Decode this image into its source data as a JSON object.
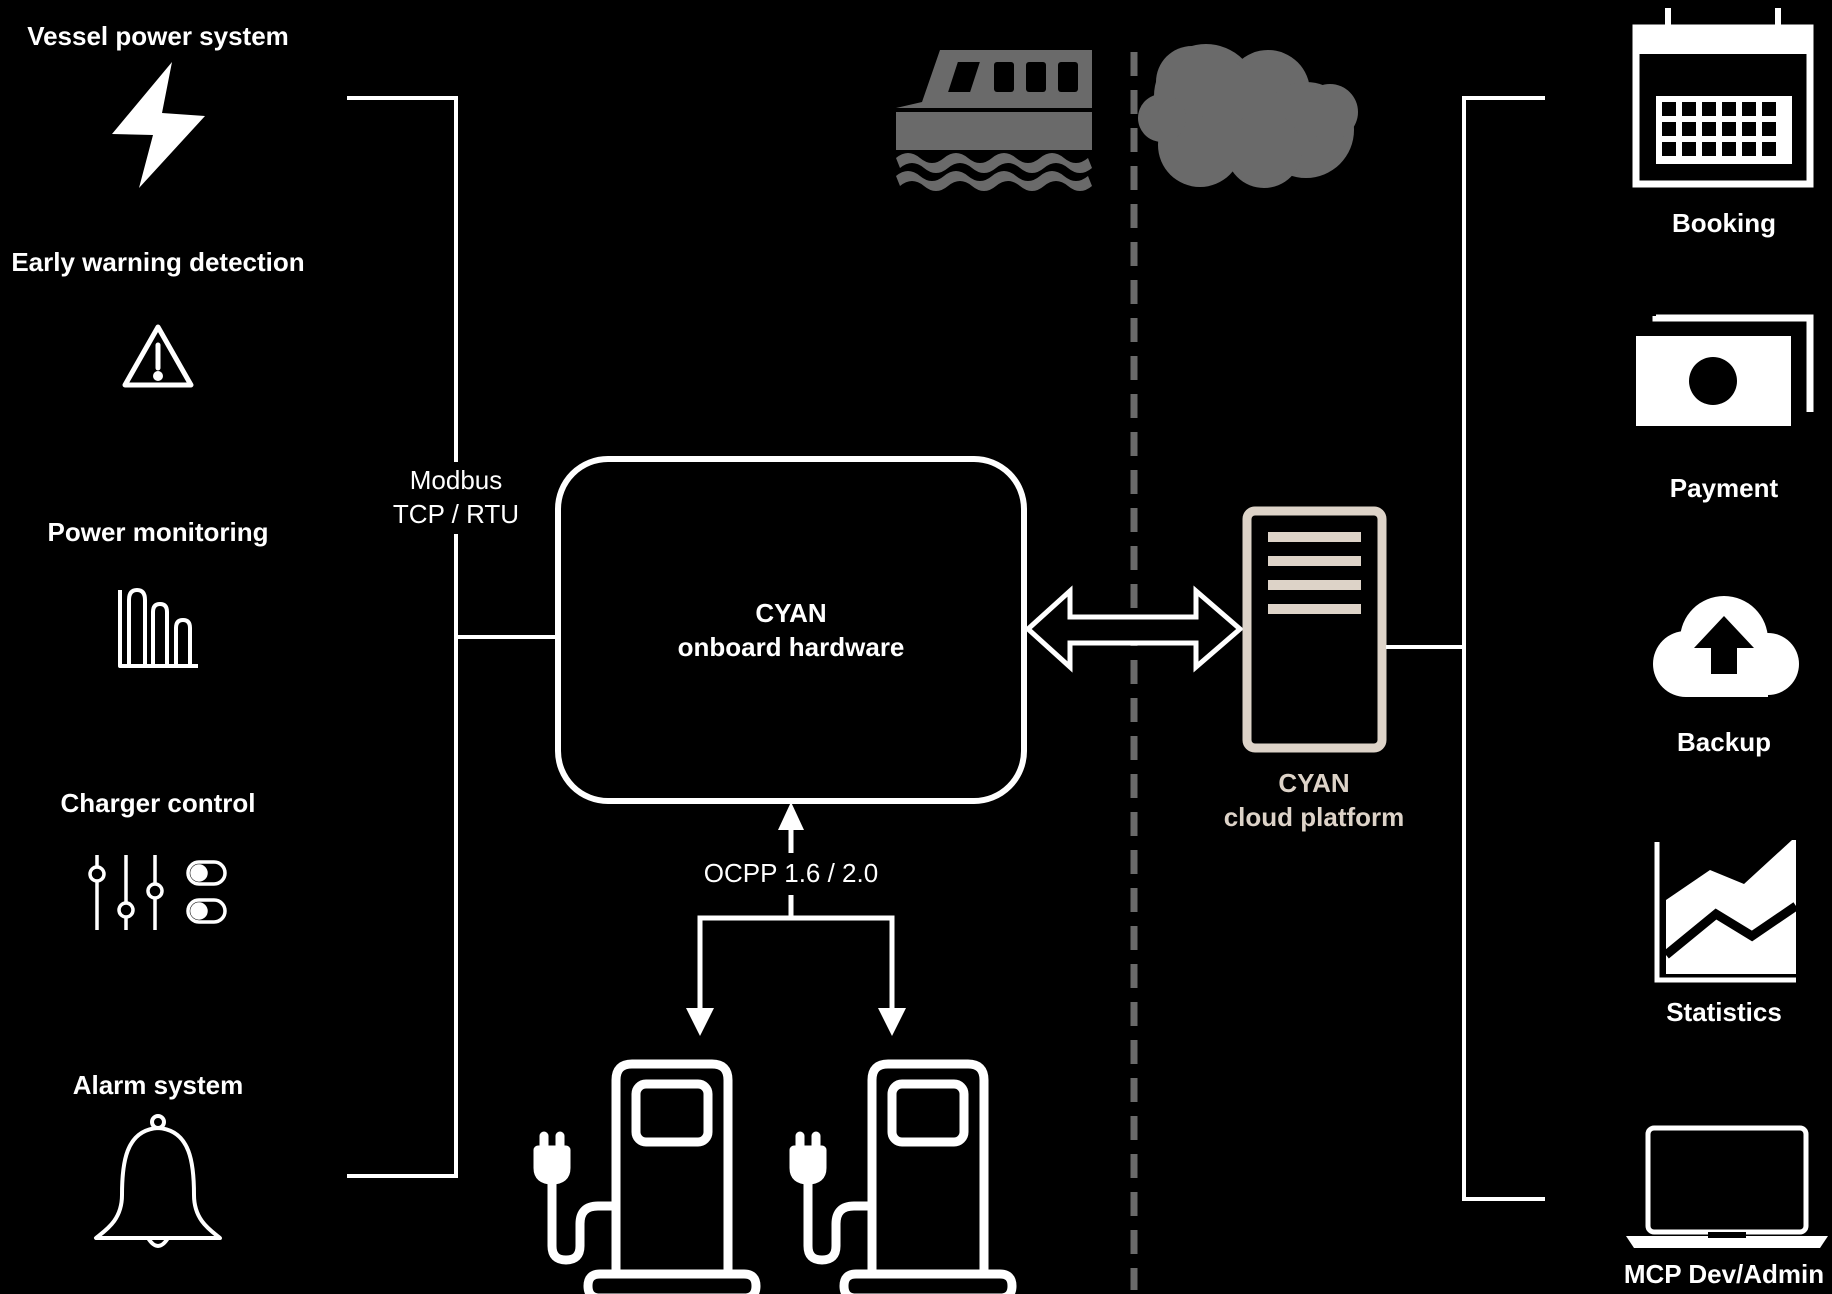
{
  "colors": {
    "background": "#000000",
    "foreground": "#ffffff",
    "muted_icon": "#6a6a6a",
    "cloud_accent": "#ddd3c8"
  },
  "left_features": [
    {
      "label": "Vessel power system",
      "icon": "lightning-bolt-icon"
    },
    {
      "label": "Early warning detection",
      "icon": "warning-triangle-icon"
    },
    {
      "label": "Power monitoring",
      "icon": "bar-chart-icon"
    },
    {
      "label": "Charger control",
      "icon": "sliders-toggles-icon"
    },
    {
      "label": "Alarm system",
      "icon": "bell-icon"
    }
  ],
  "protocols": {
    "modbus_line1": "Modbus",
    "modbus_line2": "TCP / RTU",
    "ocpp": "OCPP 1.6 / 2.0"
  },
  "onboard": {
    "line1": "CYAN",
    "line2": "onboard hardware"
  },
  "cloud": {
    "line1": "CYAN",
    "line2": "cloud platform"
  },
  "right_services": [
    {
      "label": "Booking",
      "icon": "calendar-icon"
    },
    {
      "label": "Payment",
      "icon": "banknote-icon"
    },
    {
      "label": "Backup",
      "icon": "cloud-upload-icon"
    },
    {
      "label": "Statistics",
      "icon": "area-chart-icon"
    },
    {
      "label": "MCP Dev/Admin",
      "icon": "laptop-icon"
    }
  ],
  "header_icons": [
    "boat-icon",
    "cloud-icon"
  ],
  "chargers": [
    "ev-charger-icon",
    "ev-charger-icon"
  ]
}
